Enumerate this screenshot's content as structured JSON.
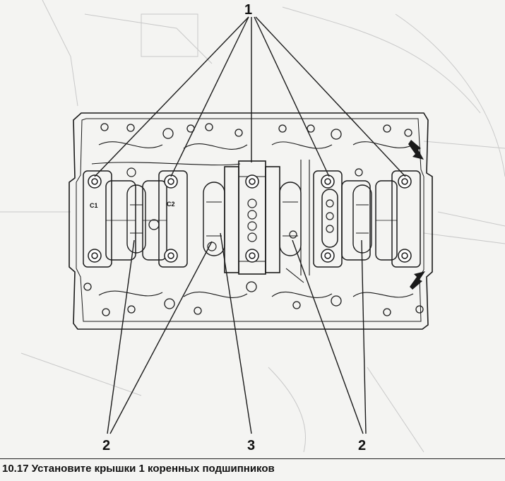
{
  "callouts": {
    "top": "1",
    "bottom_left": "2",
    "bottom_center": "3",
    "bottom_right": "2"
  },
  "cap_markings": {
    "first": "C1",
    "second": "C2"
  },
  "caption": "10.17 Установите крышки 1 коренных подшипников",
  "colors": {
    "line": "#1a1a1a",
    "faint": "#c8c8c8",
    "background": "#f4f4f2"
  }
}
